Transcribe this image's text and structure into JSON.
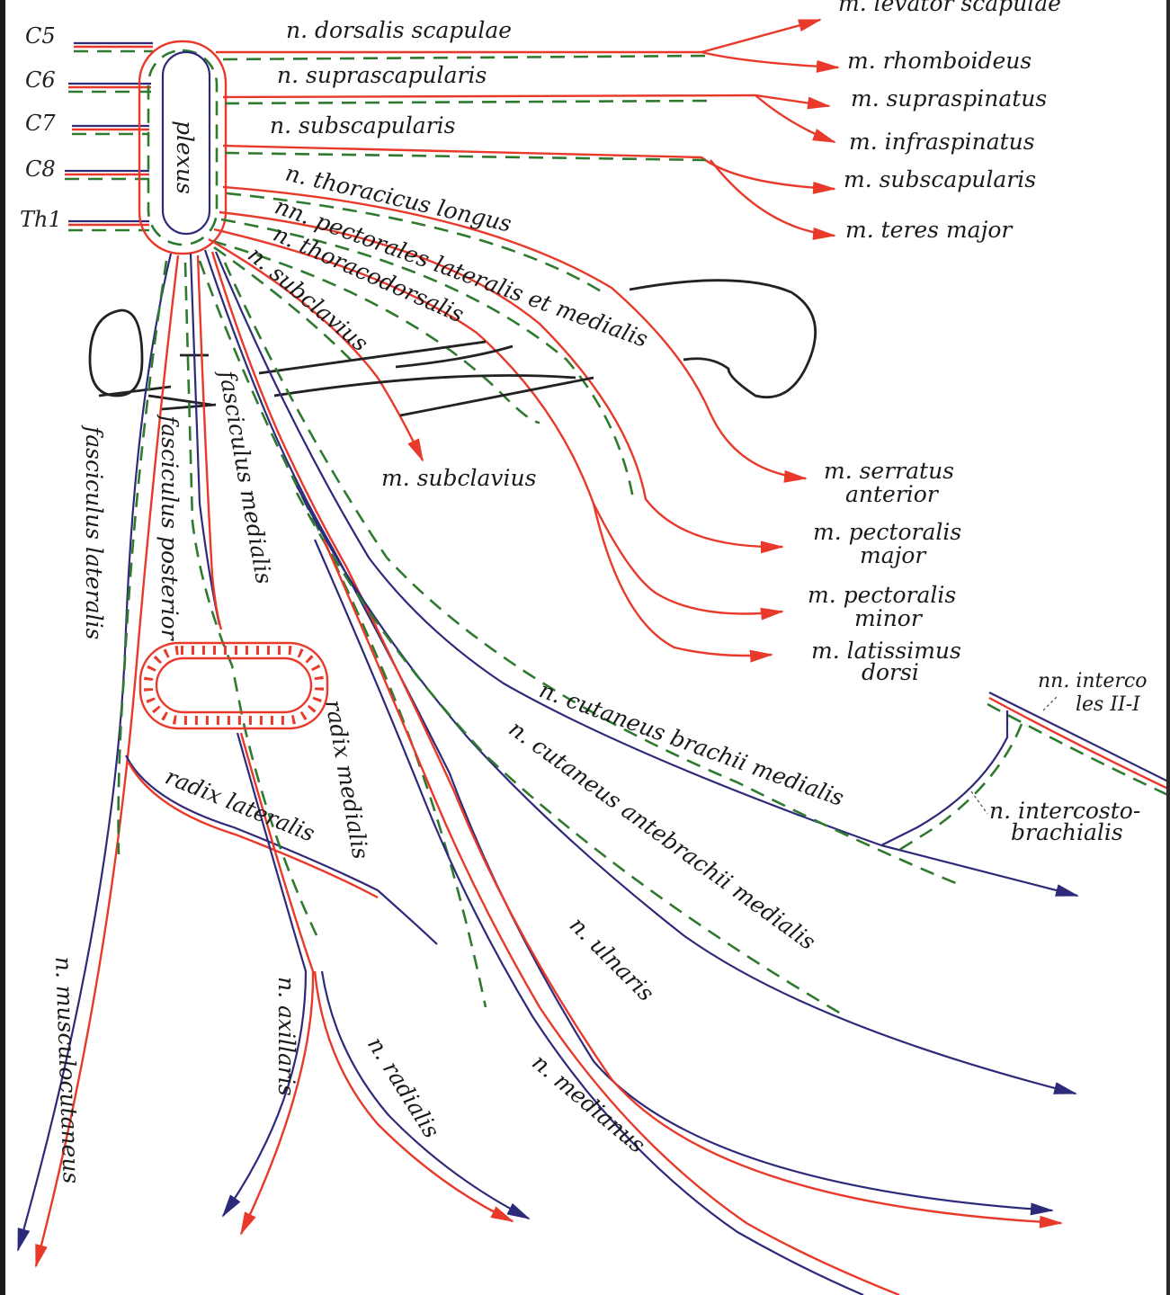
{
  "roots": [
    "C5",
    "C6",
    "C7",
    "C8",
    "Th1"
  ],
  "plexus": "plexus",
  "nerves_top": {
    "dorsalis_scapulae": "n. dorsalis scapulae",
    "suprascapularis": "n. suprascapularis",
    "subscapularis": "n. subscapularis",
    "thoracicus_longus": "n. thoracicus longus",
    "pectorales": "nn. pectorales lateralis et medialis",
    "thoracodorsalis": "n. thoracodorsalis",
    "subclavius": "n. subclavius"
  },
  "muscles": {
    "levator": "m. levator scapulae",
    "rhomboideus": "m. rhomboideus",
    "supraspinatus": "m. supraspinatus",
    "infraspinatus": "m. infraspinatus",
    "subscapularis": "m. subscapularis",
    "teres": "m. teres major",
    "subclavius": "m. subclavius",
    "serratus_1": "m. serratus",
    "serratus_2": "anterior",
    "pect_major_1": "m. pectoralis",
    "pect_major_2": "major",
    "pect_minor_1": "m. pectoralis",
    "pect_minor_2": "minor",
    "latissimus_1": "m. latissimus",
    "latissimus_2": "dorsi"
  },
  "fasciculi": {
    "lateralis": "fasciculus lateralis",
    "posterior": "fasciculus posterior",
    "medialis": "fasciculus medialis"
  },
  "radices": {
    "medialis": "radix medialis",
    "lateralis": "radix lateralis"
  },
  "branches": {
    "cut_brachii": "n. cutaneus brachii medialis",
    "cut_antebrachii": "n. cutaneus antebrachii medialis",
    "ulnaris": "n. ulnaris",
    "medianus": "n. medianus",
    "radialis": "n. radialis",
    "axillaris": "n. axillaris",
    "musculocutaneus": "n. musculocutaneus",
    "intercosto_1": "n. intercosto-",
    "intercosto_2": "brachialis",
    "intercostales_1": "nn. interco",
    "intercostales_2": "les II-I"
  },
  "colors": {
    "motor": "#e8392a",
    "sensory": "#2e2a7a",
    "sympathetic": "#2f7a2f",
    "outline": "#222222"
  }
}
